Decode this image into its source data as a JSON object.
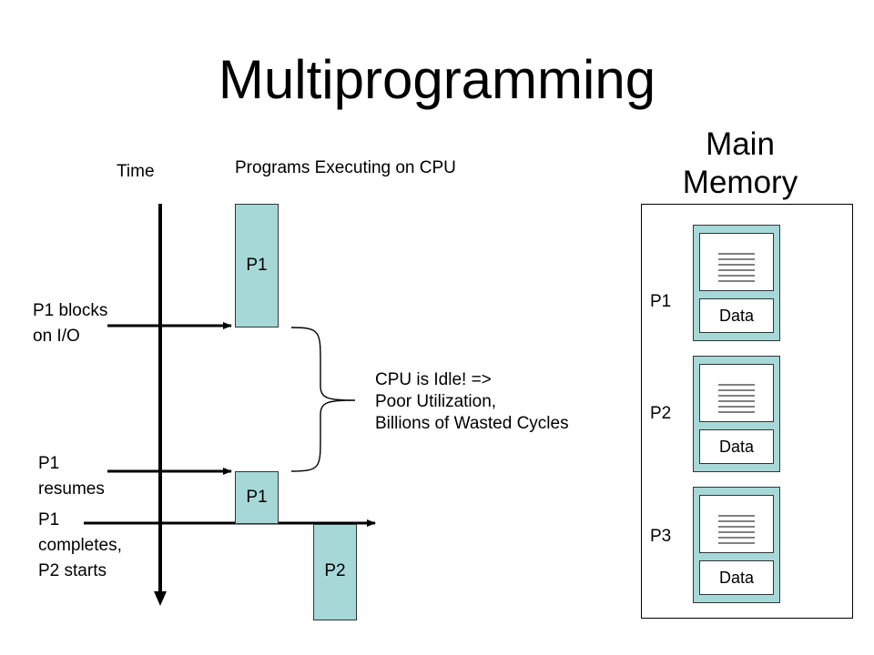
{
  "title": "Multiprogramming",
  "time_label": "Time",
  "programs_label": "Programs Executing on CPU",
  "memory_title": [
    "Main",
    "Memory"
  ],
  "events": {
    "blocks": [
      "P1 blocks",
      "on I/O"
    ],
    "resumes": [
      "P1",
      "resumes"
    ],
    "completes": [
      "P1",
      "completes,",
      "P2 starts"
    ]
  },
  "cpu_blocks": {
    "p1_first": "P1",
    "p1_second": "P1",
    "p2": "P2"
  },
  "idle_note": [
    "CPU is Idle! =>",
    "Poor Utilization,",
    "Billions of Wasted Cycles"
  ],
  "memory": {
    "programs": [
      {
        "label": "P1",
        "data_label": "Data"
      },
      {
        "label": "P2",
        "data_label": "Data"
      },
      {
        "label": "P3",
        "data_label": "Data"
      }
    ]
  },
  "colors": {
    "process_fill": "#a7d8d8",
    "line": "#000000"
  }
}
